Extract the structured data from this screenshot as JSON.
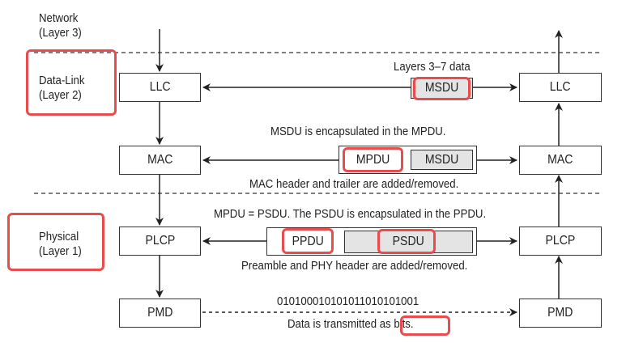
{
  "layers": {
    "network": {
      "line1": "Network",
      "line2": "(Layer 3)"
    },
    "datalink": {
      "line1": "Data-Link",
      "line2": "(Layer 2)"
    },
    "physical": {
      "line1": "Physical",
      "line2": "(Layer 1)"
    }
  },
  "sublayers": {
    "llc": "LLC",
    "mac": "MAC",
    "plcp": "PLCP",
    "pmd": "PMD"
  },
  "units": {
    "msdu": "MSDU",
    "mpdu": "MPDU",
    "ppdu": "PPDU",
    "psdu": "PSDU"
  },
  "captions": {
    "llc_above": "Layers 3–7 data",
    "mac_above": "MSDU is encapsulated in the MPDU.",
    "mac_below": "MAC header and trailer are added/removed.",
    "plcp_above": "MPDU = PSDU. The PSDU is encapsulated in the PPDU.",
    "plcp_below": "Preamble and PHY header are added/removed.",
    "pmd_above": "010100010101011010101001",
    "pmd_below_prefix": "Data is transmitted ",
    "pmd_below_highlight": "as bits."
  },
  "colors": {
    "highlight": "#e84c4c",
    "unit_fill": "#e4e4e4",
    "line": "#222222"
  }
}
